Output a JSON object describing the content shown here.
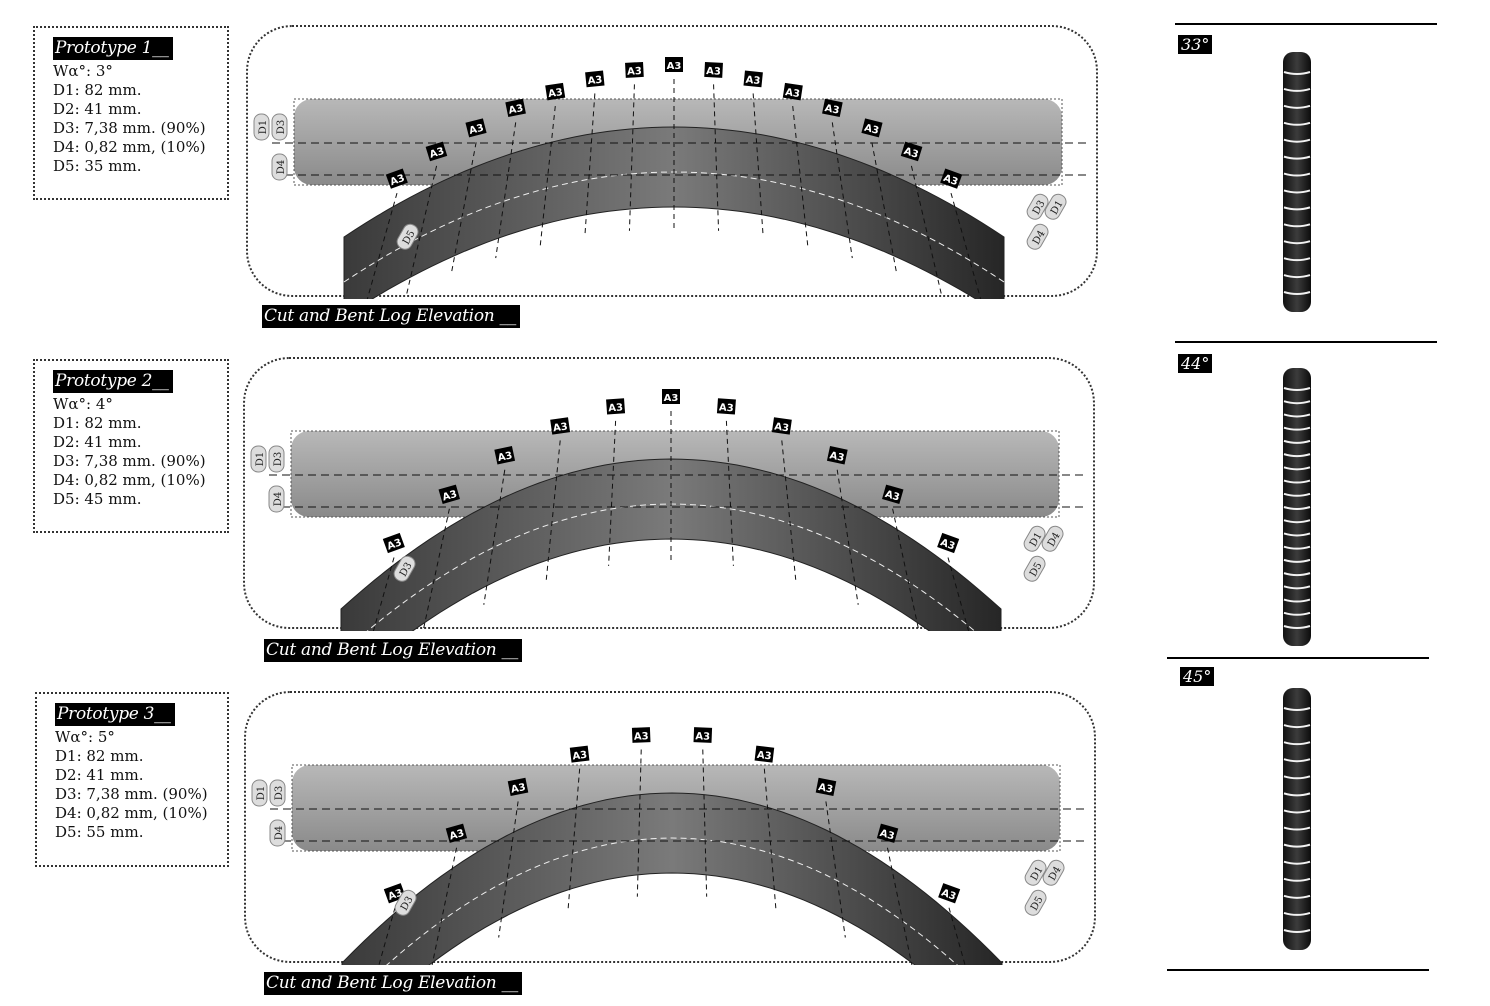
{
  "prototypes": [
    {
      "title": "Prototype 1__",
      "specs": [
        "Wα°:  3°",
        "D1:  82 mm.",
        "D2: 41 mm.",
        "D3: 7,38 mm. (90%)",
        "D4: 0,82 mm, (10%)",
        "D5:  35 mm."
      ],
      "caption": "Cut and Bent Log Elevation __",
      "tag": "A3",
      "dim_labels": [
        "D1",
        "D3",
        "D4",
        "D5",
        "D3",
        "D1",
        "D4"
      ]
    },
    {
      "title": "Prototype 2__",
      "specs": [
        "Wα°:  4°",
        "D1:  82 mm.",
        "D2: 41 mm.",
        "D3: 7,38 mm. (90%)",
        "D4: 0,82 mm, (10%)",
        "D5:  45 mm."
      ],
      "caption": "Cut and Bent Log Elevation __",
      "tag": "A3",
      "dim_labels": [
        "D1",
        "D3",
        "D4",
        "D3",
        "D1",
        "D4",
        "D5"
      ]
    },
    {
      "title": "Prototype 3__",
      "specs": [
        "Wα°:  5°",
        "D1:  82 mm.",
        "D2: 41 mm.",
        "D3: 7,38 mm. (90%)",
        "D4: 0,82 mm, (10%)",
        "D5:  55 mm."
      ],
      "caption": "Cut and Bent Log Elevation __",
      "tag": "A3",
      "dim_labels": [
        "D1",
        "D3",
        "D4",
        "D3",
        "D1",
        "D4",
        "D5"
      ]
    }
  ],
  "angles": [
    "33°",
    "44°",
    "45°"
  ]
}
